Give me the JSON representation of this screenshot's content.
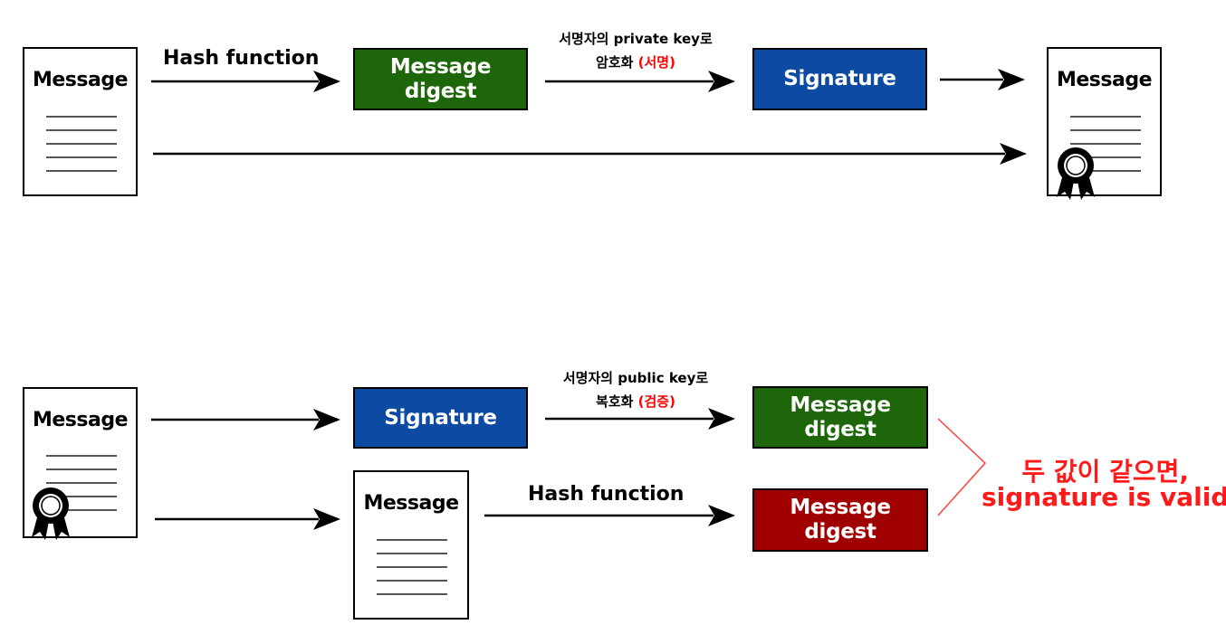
{
  "signing": {
    "source_doc_title": "Message",
    "hash_label": "Hash function",
    "digest_box": "Message\ndigest",
    "encrypt_line1": "서명자의 private key로",
    "encrypt_line2": "암호화",
    "encrypt_highlight": "(서명)",
    "signature_box": "Signature",
    "result_doc_title": "Message"
  },
  "verification": {
    "signed_doc_title": "Message",
    "signature_box": "Signature",
    "decrypt_line1": "서명자의 public key로",
    "decrypt_line2": "복호화",
    "decrypt_highlight": "(검증)",
    "digest_box_decrypted": "Message\ndigest",
    "message_doc_title": "Message",
    "hash_label": "Hash function",
    "digest_box_hashed": "Message\ndigest",
    "conclusion_line1": "두 값이 같으면,",
    "conclusion_line2": "signature is valid"
  },
  "colors": {
    "digest_green": "#1d6609",
    "signature_blue": "#0d4aa2",
    "digest_red": "#a00000",
    "highlight_red": "#ff0000"
  }
}
